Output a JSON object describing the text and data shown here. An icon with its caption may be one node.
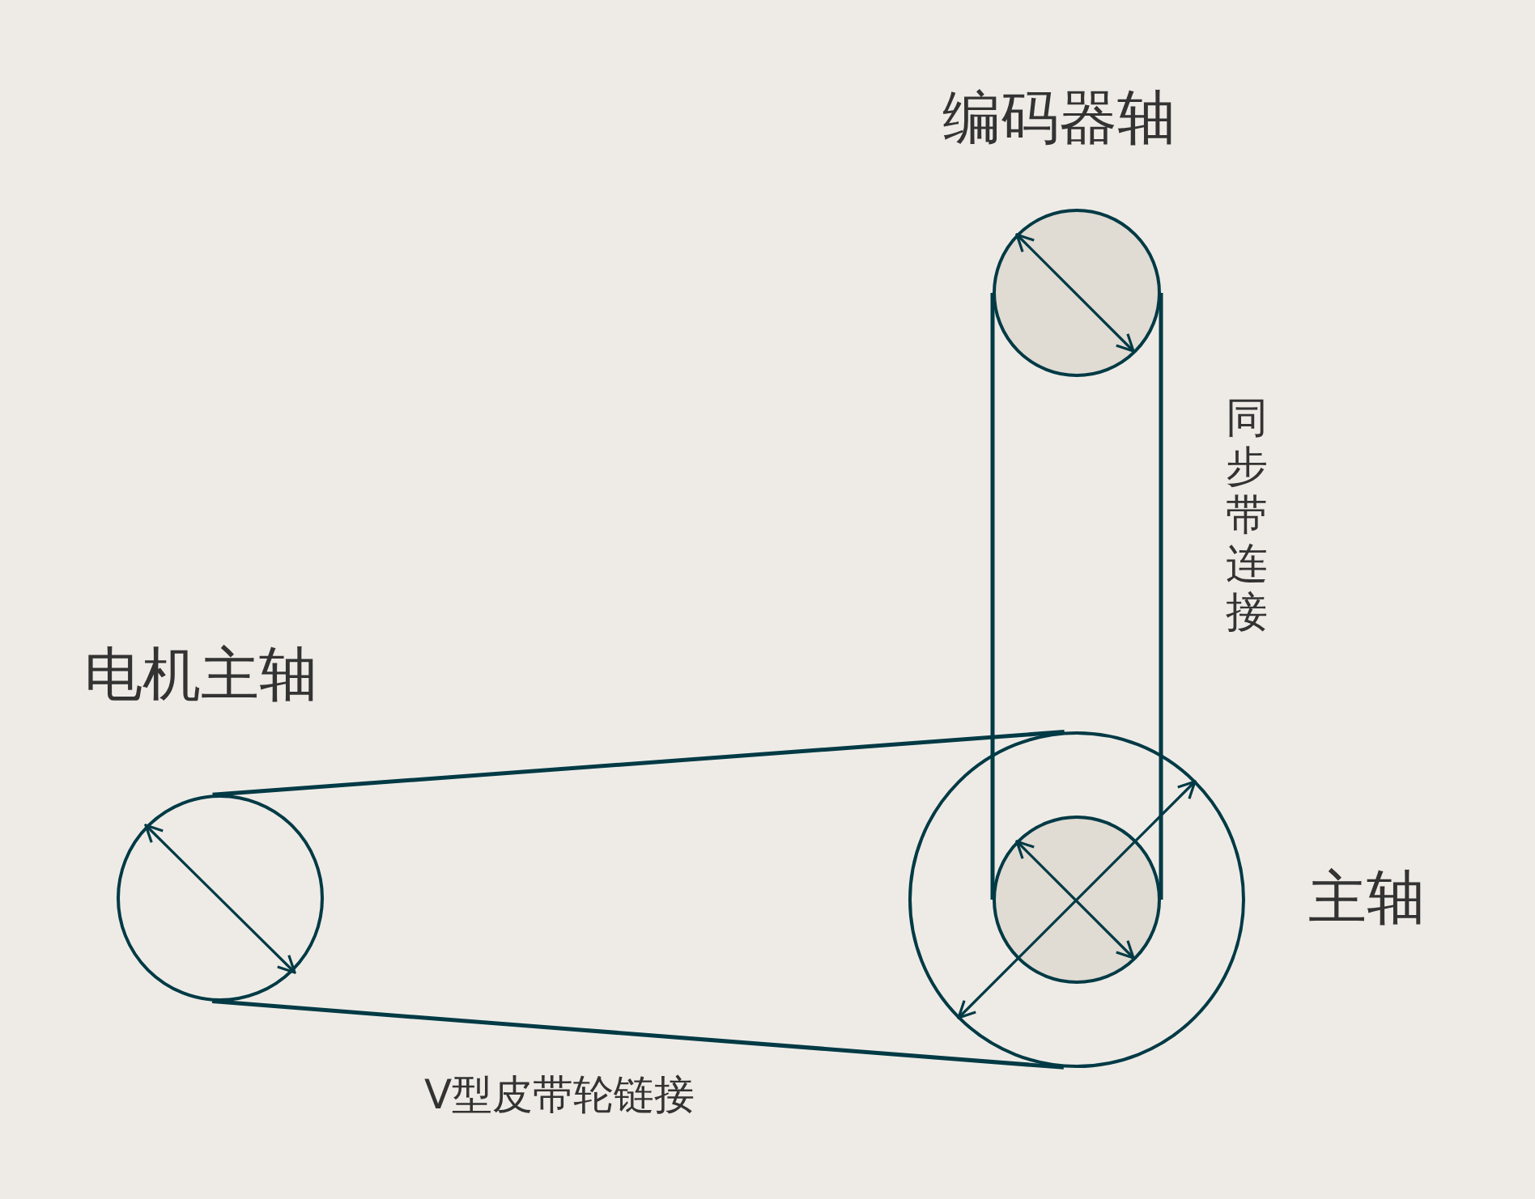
{
  "diagram": {
    "nodes": [
      {
        "text": [
          "编码器轴"
        ]
      },
      {
        "text": [
          "电机主轴"
        ]
      },
      {
        "text": [
          "主轴"
        ]
      },
      {
        "text": [],
        "shape": "circle",
        "in": 2
      }
    ],
    "edges": [
      {
        "from": 0,
        "to": 3,
        "arrow": "none"
      },
      {
        "from": 0,
        "to": 3,
        "arrow": "none"
      },
      {
        "from": 1,
        "to": 2,
        "arrow": "none"
      },
      {
        "from": 1,
        "to": 2,
        "arrow": "none"
      }
    ],
    "labels": [
      "同步带连接",
      "V型皮带轮链接"
    ]
  }
}
